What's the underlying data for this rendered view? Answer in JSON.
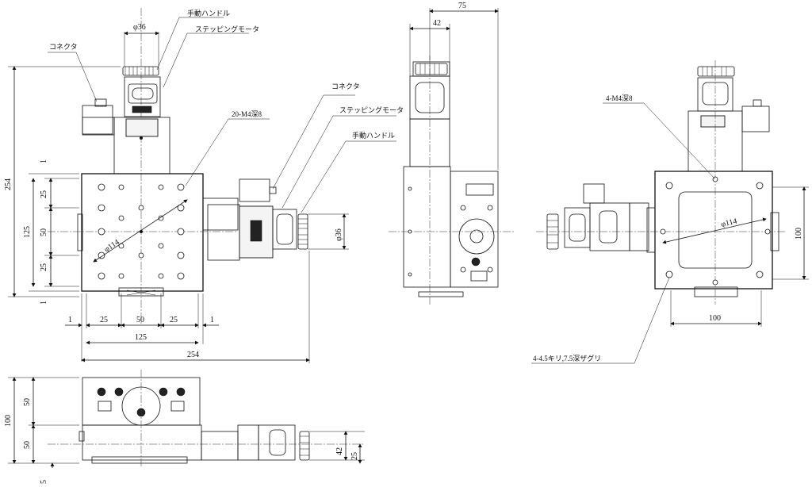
{
  "labels": {
    "top_handle": "手動ハンドル",
    "top_motor": "ステッピングモータ",
    "top_connector": "コネクタ",
    "holes_main": "20-M4深8",
    "side_connector": "コネクタ",
    "side_motor": "ステッピングモータ",
    "side_handle": "手動ハンドル",
    "right_holes": "4-M4深8",
    "right_counterbore": "4-4.5キリ,7.5深ザグリ"
  },
  "dims": {
    "phi36_top": "φ36",
    "phi36_side": "φ36",
    "phi114_main": "φ114",
    "phi114_right": "φ114",
    "h254": "254",
    "h125": "125",
    "h50": "50",
    "h25a": "25",
    "h25b": "25",
    "h1a": "1",
    "h1b": "1",
    "w1a": "1",
    "w25a": "25",
    "w50": "50",
    "w25b": "25",
    "w1b": "1",
    "w125": "125",
    "w254": "254",
    "d75": "75",
    "d42": "42",
    "r100v": "100",
    "r100h": "100",
    "b100": "100",
    "b50a": "50",
    "b50b": "50",
    "b5": "5",
    "b42": "42",
    "b25": "25"
  },
  "icons": [
    "handle-knob-icon",
    "stepping-motor-icon",
    "connector-icon",
    "mounting-hole-icon"
  ]
}
